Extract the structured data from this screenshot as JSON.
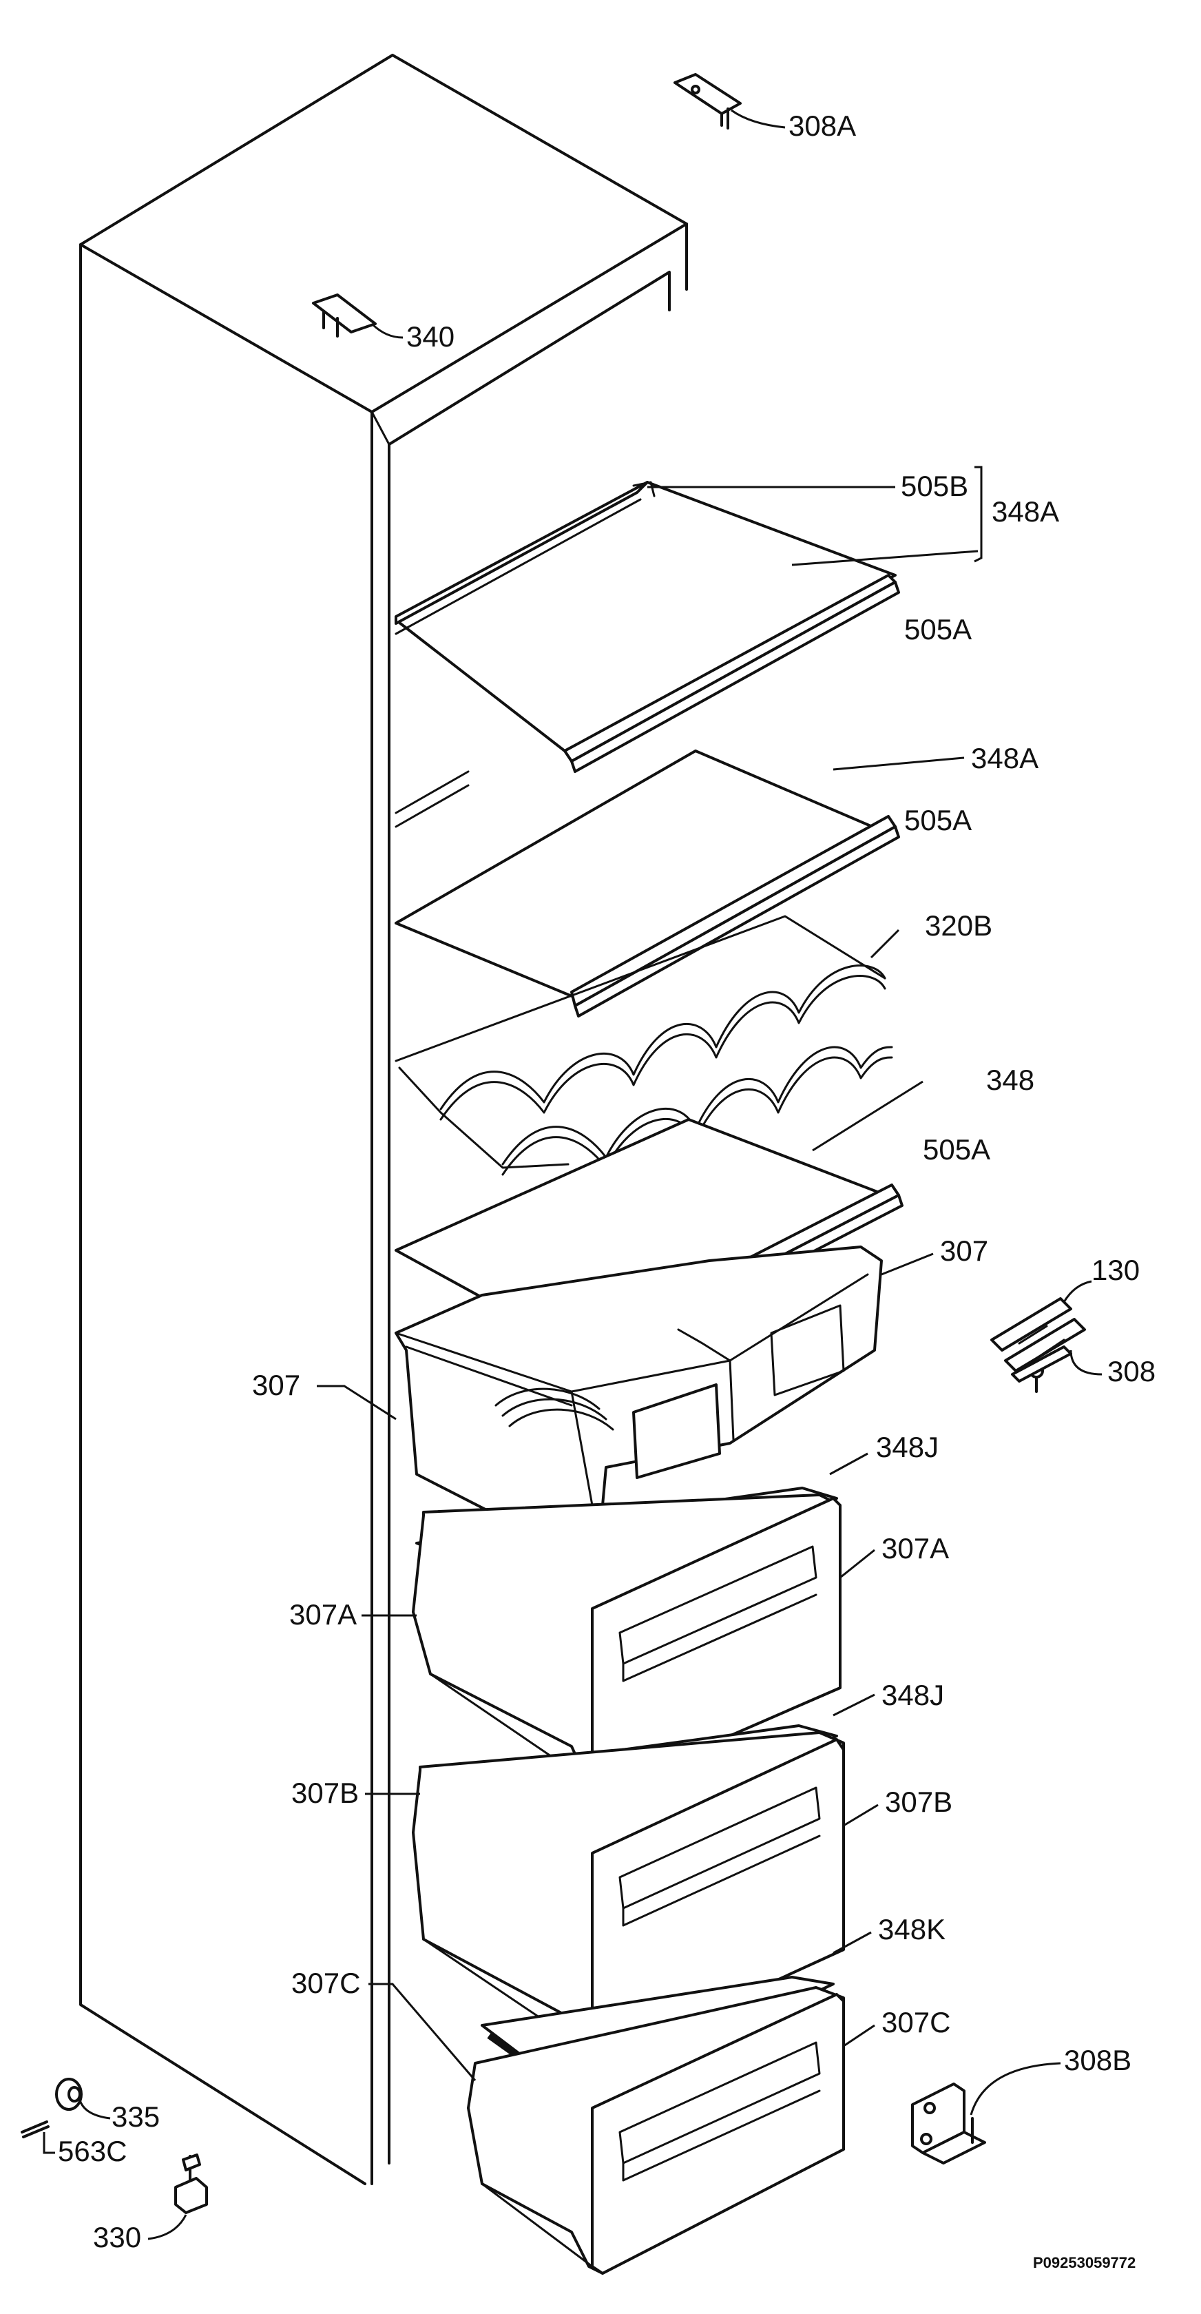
{
  "labels": {
    "l308A": "308A",
    "l340": "340",
    "l505B": "505B",
    "l348A_top": "348A",
    "l505A_1": "505A",
    "l348A_2": "348A",
    "l505A_2": "505A",
    "l320B": "320B",
    "l348": "348",
    "l505A_3": "505A",
    "l307_right": "307",
    "l130": "130",
    "l308": "308",
    "l307_left": "307",
    "l348J_1": "348J",
    "l307A_right": "307A",
    "l307A_left": "307A",
    "l348J_2": "348J",
    "l307B_left": "307B",
    "l307B_right": "307B",
    "l348K": "348K",
    "l307C_left": "307C",
    "l307C_right": "307C",
    "l308B": "308B",
    "l335": "335",
    "l563C": "563C",
    "l330": "330"
  },
  "drawing_code": "P09253059772"
}
